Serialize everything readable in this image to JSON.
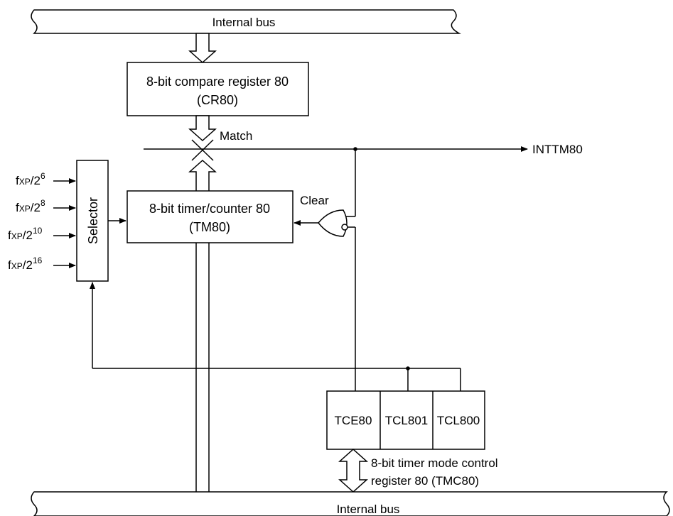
{
  "buses": {
    "top_label": "Internal bus",
    "bottom_label": "Internal bus"
  },
  "compare_register": {
    "line1": "8-bit compare register 80",
    "line2": "(CR80)"
  },
  "match_label": "Match",
  "interrupt_output": "INTTM80",
  "timer_counter": {
    "line1": "8-bit timer/counter 80",
    "line2": "(TM80)"
  },
  "clear_label": "Clear",
  "selector_label": "Selector",
  "clock_inputs": [
    {
      "base": "f",
      "sub": "XP",
      "div": "/2",
      "exp": "6"
    },
    {
      "base": "f",
      "sub": "XP",
      "div": "/2",
      "exp": "8"
    },
    {
      "base": "f",
      "sub": "XP",
      "div": "/2",
      "exp": "10"
    },
    {
      "base": "f",
      "sub": "XP",
      "div": "/2",
      "exp": "16"
    }
  ],
  "mode_register_bits": [
    "TCE80",
    "TCL801",
    "TCL800"
  ],
  "mode_register_caption": {
    "line1": "8-bit timer mode control",
    "line2": "register 80 (TMC80)"
  }
}
